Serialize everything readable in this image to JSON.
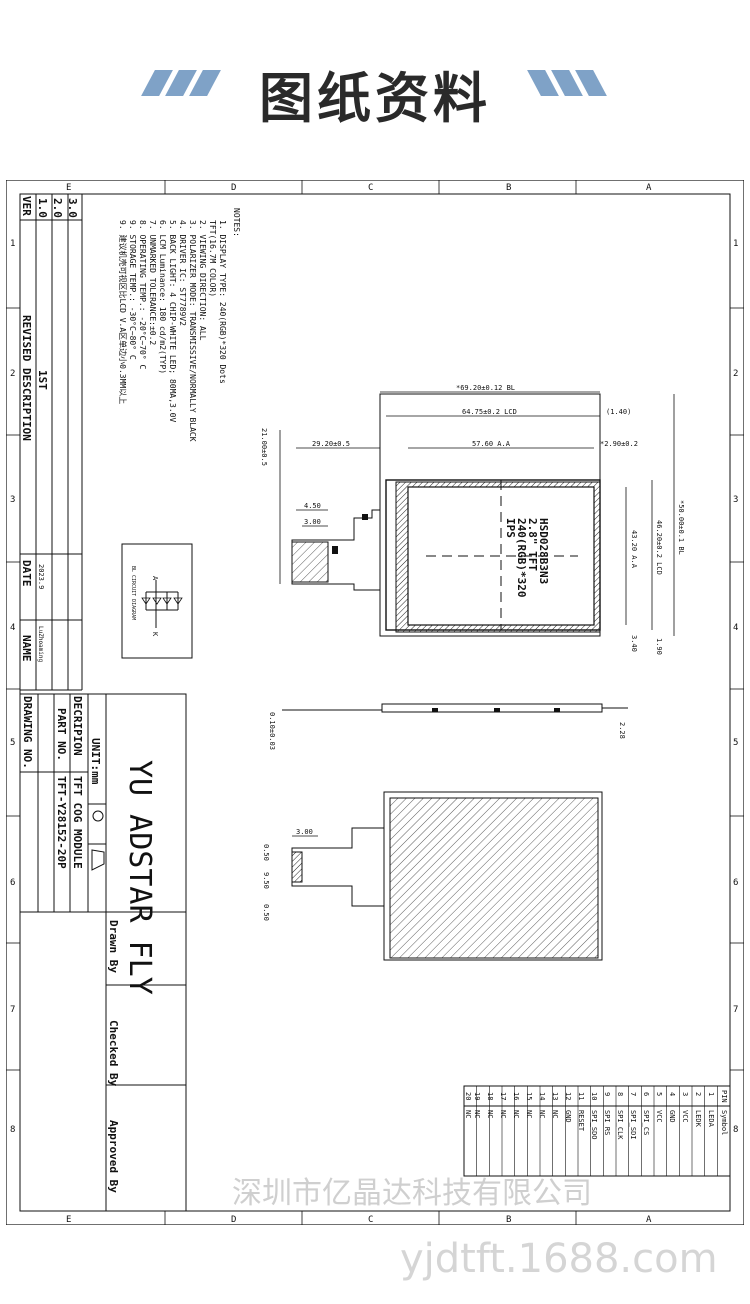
{
  "header": {
    "title": "图纸资料"
  },
  "border": {
    "letters": [
      "E",
      "D",
      "C",
      "B",
      "A"
    ],
    "numbers": [
      "1",
      "2",
      "3",
      "4",
      "5",
      "6",
      "7",
      "8"
    ]
  },
  "notes": {
    "title": "NOTES:",
    "items": [
      "1. DISPLAY TYPE: 240(RGB)*320 Dots",
      "   TFT(16.7M COLOR)",
      "2. VIEWING DIRECTION: ALL",
      "3. POLARIZER MODE: TRANSMISSIVE/NORMALLY BLACK",
      "4. DRIVER IC: ST7789V2",
      "5. BACK LIGHT: 4 CHIP-WHITE LED; 80MA,3.0V",
      "6. LCM Luminance: 180 cd/m2(TYP)",
      "7. UNMARKED TOLERANCE:±0.2",
      "8. OPERATING TEMP.: -20°C~70° C",
      "9. STORAGE TEMP.: -30°C~80° C",
      "9. 建议机壳可视区比LCD V.A区单边小0.3MM以上"
    ]
  },
  "revision": {
    "headers": {
      "ver": "VER",
      "desc": "REVISED DESCRIPTION",
      "date": "DATE",
      "name": "NAME"
    },
    "rows": [
      {
        "ver": "1.0",
        "desc": "1ST",
        "date": "2023.9",
        "name": "LuZhoaming"
      },
      {
        "ver": "2.0",
        "desc": "",
        "date": "",
        "name": ""
      },
      {
        "ver": "3.0",
        "desc": "",
        "date": "",
        "name": ""
      }
    ]
  },
  "dimensions": {
    "bl_width": "*69.20±0.12 BL",
    "lcd_width": "64.75±0.2 LCD",
    "offset": "(1.40)",
    "aa_width": "57.60 A.A",
    "right_margin": "*2.90±0.2",
    "fpc_len": "29.20±0.5",
    "fpc_total": "21.00±0.5",
    "fpc_w1": "4.50",
    "fpc_w2": "3.00",
    "aa_height": "43.20 A.A",
    "lcd_height": "46.20±0.2 LCD",
    "bl_height": "*50.00±0.1 BL",
    "bot1": "3.40",
    "bot2": "1.90",
    "thick": "2.28",
    "fpc_thick": "0.10±0.03",
    "pin_w": "3.00",
    "pin_a": "0.50",
    "pin_b": "9.50",
    "pin_c": "0.50"
  },
  "panel_label": [
    "HSD028B3N3",
    "2.8\" TFT",
    "240(RGB)*320",
    "IPS"
  ],
  "bl_circuit": {
    "label": "BL CIRCUIT DIAGRAM",
    "a": "A",
    "k": "K"
  },
  "title_block": {
    "company": "YU ADSTAR FLY",
    "unit": "UNIT:mm",
    "desc_label": "DECRIPION",
    "desc_value": "TFT COG MODULE",
    "part_label": "PART NO.",
    "part_value": "TFT-Y28152-20P",
    "drawing_label": "DRAWING NO.",
    "drawn": "Drawn By",
    "checked": "Checked By",
    "approved": "Approved By"
  },
  "pins": {
    "headers": {
      "pin": "PIN",
      "symbol": "Symbol"
    },
    "rows": [
      {
        "pin": "1",
        "symbol": "LEDA"
      },
      {
        "pin": "2",
        "symbol": "LEDK"
      },
      {
        "pin": "3",
        "symbol": "VCC"
      },
      {
        "pin": "4",
        "symbol": "GND"
      },
      {
        "pin": "5",
        "symbol": "VCC"
      },
      {
        "pin": "6",
        "symbol": "SPI_CS"
      },
      {
        "pin": "7",
        "symbol": "SPI_SDI"
      },
      {
        "pin": "8",
        "symbol": "SPI_CLK"
      },
      {
        "pin": "9",
        "symbol": "SPI_RS"
      },
      {
        "pin": "10",
        "symbol": "SPI_SDO"
      },
      {
        "pin": "11",
        "symbol": "RESET"
      },
      {
        "pin": "12",
        "symbol": "GND"
      },
      {
        "pin": "13",
        "symbol": "NC"
      },
      {
        "pin": "14",
        "symbol": "NC"
      },
      {
        "pin": "15",
        "symbol": "NC"
      },
      {
        "pin": "16",
        "symbol": "NC"
      },
      {
        "pin": "17",
        "symbol": "NC"
      },
      {
        "pin": "18",
        "symbol": "NC"
      },
      {
        "pin": "19",
        "symbol": "NC"
      },
      {
        "pin": "20",
        "symbol": "NC"
      }
    ]
  },
  "watermarks": {
    "company": "深圳市亿晶达科技有限公司",
    "site": "yjdtft.1688.com"
  }
}
